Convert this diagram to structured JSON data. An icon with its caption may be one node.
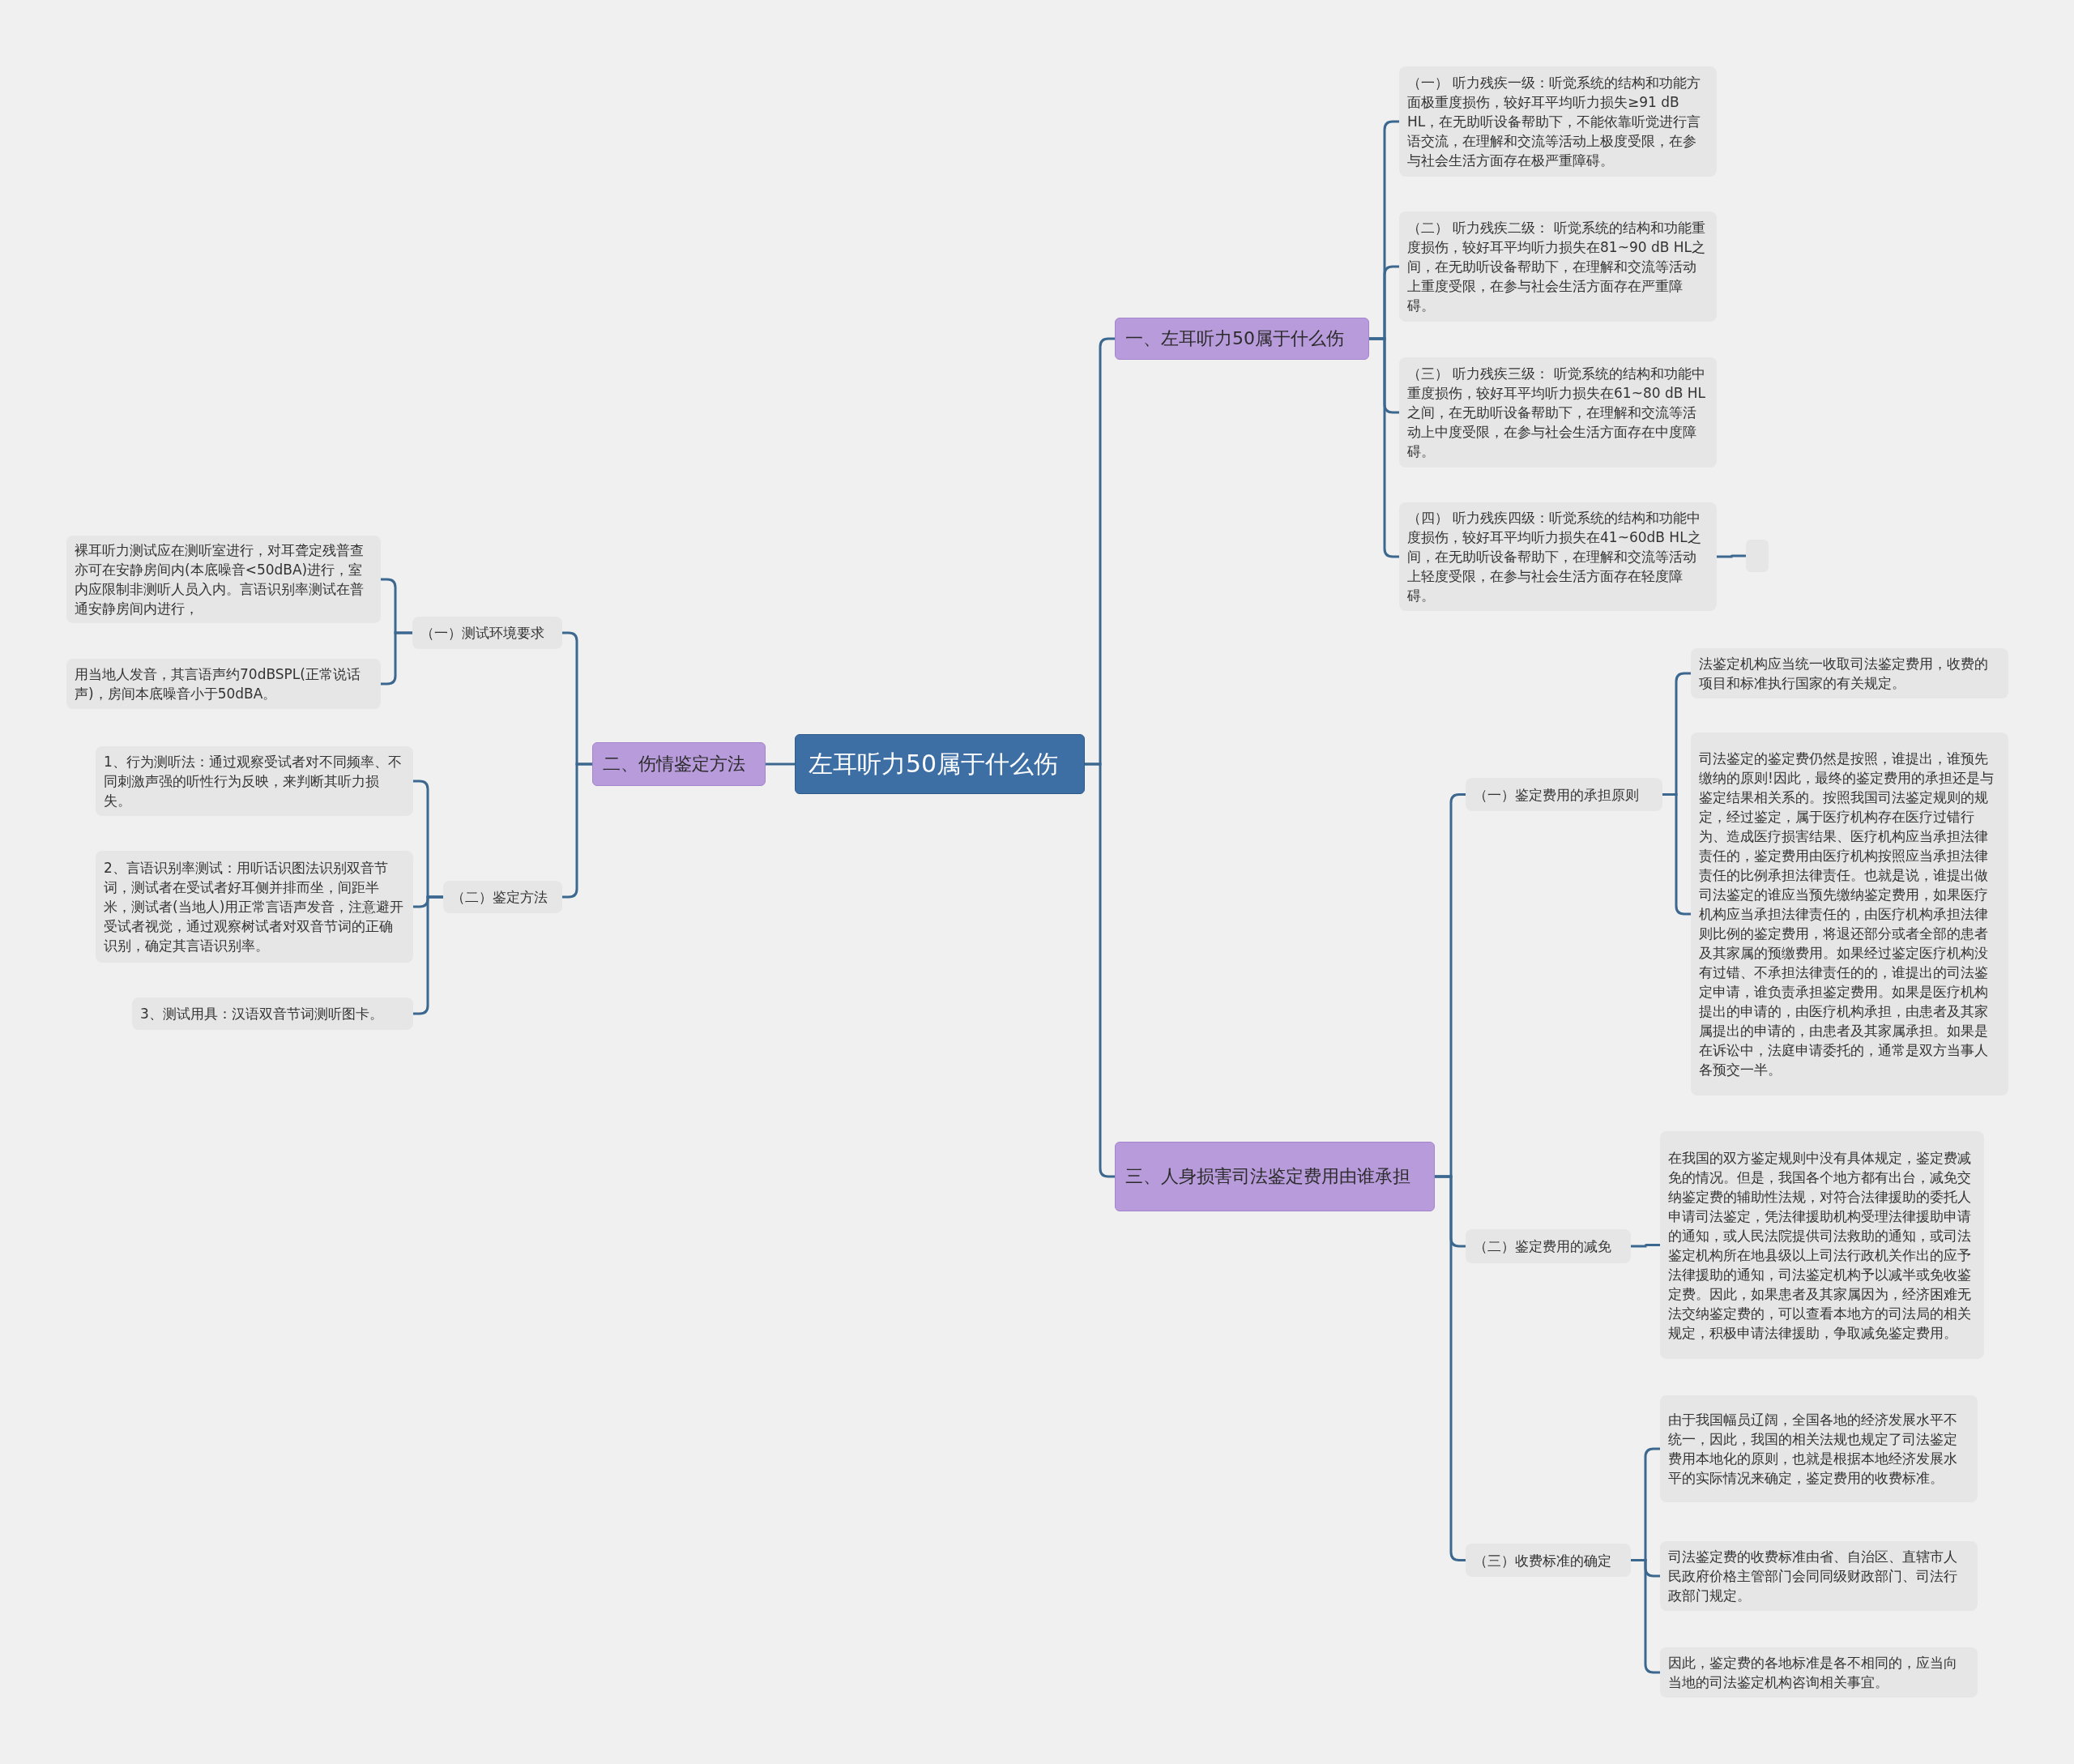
{
  "diagram": {
    "nodes": [
      {
        "text": [
          "左耳听力50属于什么伤"
        ]
      },
      {
        "text": [
          "一、左耳听力50属于什么伤"
        ]
      },
      {
        "text": [
          "（一） 听力残疾一级：听觉系统的结构和功能方面极重度损伤，较好耳平均听力损失≥91 dB HL，在无助听设备帮助下，不能依靠听觉进行言语交流，在理解和交流等活动上极度受限，在参与社会生活方面存在极严重障碍。"
        ]
      },
      {
        "text": [
          "（二） 听力残疾二级： 听觉系统的结构和功能重度损伤，较好耳平均听力损失在81~90 dB HL之间，在无助听设备帮助下，在理解和交流等活动上重度受限，在参与社会生活方面存在严重障碍。"
        ]
      },
      {
        "text": [
          "（三） 听力残疾三级： 听觉系统的结构和功能中重度损伤，较好耳平均听力损失在61~80 dB HL之间，在无助听设备帮助下，在理解和交流等活动上中度受限，在参与社会生活方面存在中度障碍。"
        ]
      },
      {
        "text": [
          "（四） 听力残疾四级：听觉系统的结构和功能中度损伤，较好耳平均听力损失在41~60dB HL之间，在无助听设备帮助下，在理解和交流等活动上轻度受限，在参与社会生活方面存在轻度障碍。"
        ]
      },
      {
        "text": [],
        "shape": "box"
      },
      {
        "text": [
          "二、伤情鉴定方法"
        ]
      },
      {
        "text": [
          "（一）测试环境要求"
        ]
      },
      {
        "text": [
          "裸耳听力测试应在测听室进行，对耳聋定残普查亦可在安静房间内(本底噪音<50dBA)进行，室内应限制非测听人员入内。言语识别率测试在普通安静房间内进行，"
        ]
      },
      {
        "text": [
          "用当地人发音，其言语声约70dBSPL(正常说话声)，房间本底噪音小于50dBA。"
        ]
      },
      {
        "text": [
          "（二）鉴定方法"
        ]
      },
      {
        "text": [
          "1、行为测听法：通过观察受试者对不同频率、不同刺激声强的听性行为反映，来判断其听力损失。"
        ]
      },
      {
        "text": [
          "2、言语识别率测试：用听话识图法识别双音节词，测试者在受试者好耳侧并排而坐，间距半米，测试者(当地人)用正常言语声发音，注意避开受试者视觉，通过观察树试者对双音节词的正确识别，确定其言语识别率。"
        ]
      },
      {
        "text": [
          "3、测试用具：汉语双音节词测听图卡。"
        ]
      },
      {
        "text": [
          "三、人身损害司法鉴定费用由谁承担"
        ]
      },
      {
        "text": [
          "（一）鉴定费用的承担原则"
        ]
      },
      {
        "text": [
          "法鉴定机构应当统一收取司法鉴定费用，收费的项目和标准执行国家的有关规定。"
        ]
      },
      {
        "text": [
          "司法鉴定的鉴定费仍然是按照，谁提出，谁预先缴纳的原则!因此，最终的鉴定费用的承担还是与鉴定结果相关系的。按照我国司法鉴定规则的规定，经过鉴定，属于医疗机构存在医疗过错行为、造成医疗损害结果、医疗机构应当承担法律责任的，鉴定费用由医疗机构按照应当承担法律责任的比例承担法律责任。也就是说，谁提出做司法鉴定的谁应当预先缴纳鉴定费用，如果医疗机构应当承担法律责任的，由医疗机构承担法律则比例的鉴定费用，将退还部分或者全部的患者及其家属的预缴费用。如果经过鉴定医疗机构没有过错、不承担法律责任的的，谁提出的司法鉴定申请，谁负责承担鉴定费用。如果是医疗机构提出的申请的，由医疗机构承担，由患者及其家属提出的申请的，由患者及其家属承担。如果是在诉讼中，法庭申请委托的，通常是双方当事人各预交一半。"
        ]
      },
      {
        "text": [
          "（二）鉴定费用的减免"
        ]
      },
      {
        "text": [
          "在我国的双方鉴定规则中没有具体规定，鉴定费减免的情况。但是，我国各个地方都有出台，减免交纳鉴定费的辅助性法规，对符合法律援助的委托人申请司法鉴定，凭法律援助机构受理法律援助申请的通知，或人民法院提供司法救助的通知，或司法鉴定机构所在地县级以上司法行政机关作出的应予法律援助的通知，司法鉴定机构予以减半或免收鉴定费。因此，如果患者及其家属因为，经济困难无法交纳鉴定费的，可以查看本地方的司法局的相关规定，积极申请法律援助，争取减免鉴定费用。"
        ]
      },
      {
        "text": [
          "（三）收费标准的确定"
        ]
      },
      {
        "text": [
          "由于我国幅员辽阔，全国各地的经济发展水平不统一，因此，我国的相关法规也规定了司法鉴定费用本地化的原则，也就是根据本地经济发展水平的实际情况来确定，鉴定费用的收费标准。"
        ]
      },
      {
        "text": [
          "司法鉴定费的收费标准由省、自治区、直辖市人民政府价格主管部门会同同级财政部门、司法行政部门规定。"
        ]
      },
      {
        "text": [
          "因此，鉴定费的各地标准是各不相同的，应当向当地的司法鉴定机构咨询相关事宜。"
        ]
      }
    ],
    "edges": [
      {
        "from": 0,
        "to": 1,
        "arrow": "none"
      },
      {
        "from": 0,
        "to": 7,
        "arrow": "none"
      },
      {
        "from": 0,
        "to": 15,
        "arrow": "none"
      },
      {
        "from": 1,
        "to": 2,
        "arrow": "none"
      },
      {
        "from": 1,
        "to": 3,
        "arrow": "none"
      },
      {
        "from": 1,
        "to": 4,
        "arrow": "none"
      },
      {
        "from": 1,
        "to": 5,
        "arrow": "none"
      },
      {
        "from": 5,
        "to": 6,
        "arrow": "none"
      },
      {
        "from": 7,
        "to": 8,
        "arrow": "none"
      },
      {
        "from": 7,
        "to": 11,
        "arrow": "none"
      },
      {
        "from": 8,
        "to": 9,
        "arrow": "none"
      },
      {
        "from": 8,
        "to": 10,
        "arrow": "none"
      },
      {
        "from": 11,
        "to": 12,
        "arrow": "none"
      },
      {
        "from": 11,
        "to": 13,
        "arrow": "none"
      },
      {
        "from": 11,
        "to": 14,
        "arrow": "none"
      },
      {
        "from": 15,
        "to": 16,
        "arrow": "none"
      },
      {
        "from": 15,
        "to": 19,
        "arrow": "none"
      },
      {
        "from": 15,
        "to": 21,
        "arrow": "none"
      },
      {
        "from": 16,
        "to": 17,
        "arrow": "none"
      },
      {
        "from": 16,
        "to": 18,
        "arrow": "none"
      },
      {
        "from": 19,
        "to": 20,
        "arrow": "none"
      },
      {
        "from": 21,
        "to": 22,
        "arrow": "none"
      },
      {
        "from": 21,
        "to": 23,
        "arrow": "none"
      },
      {
        "from": 21,
        "to": 24,
        "arrow": "none"
      }
    ]
  }
}
